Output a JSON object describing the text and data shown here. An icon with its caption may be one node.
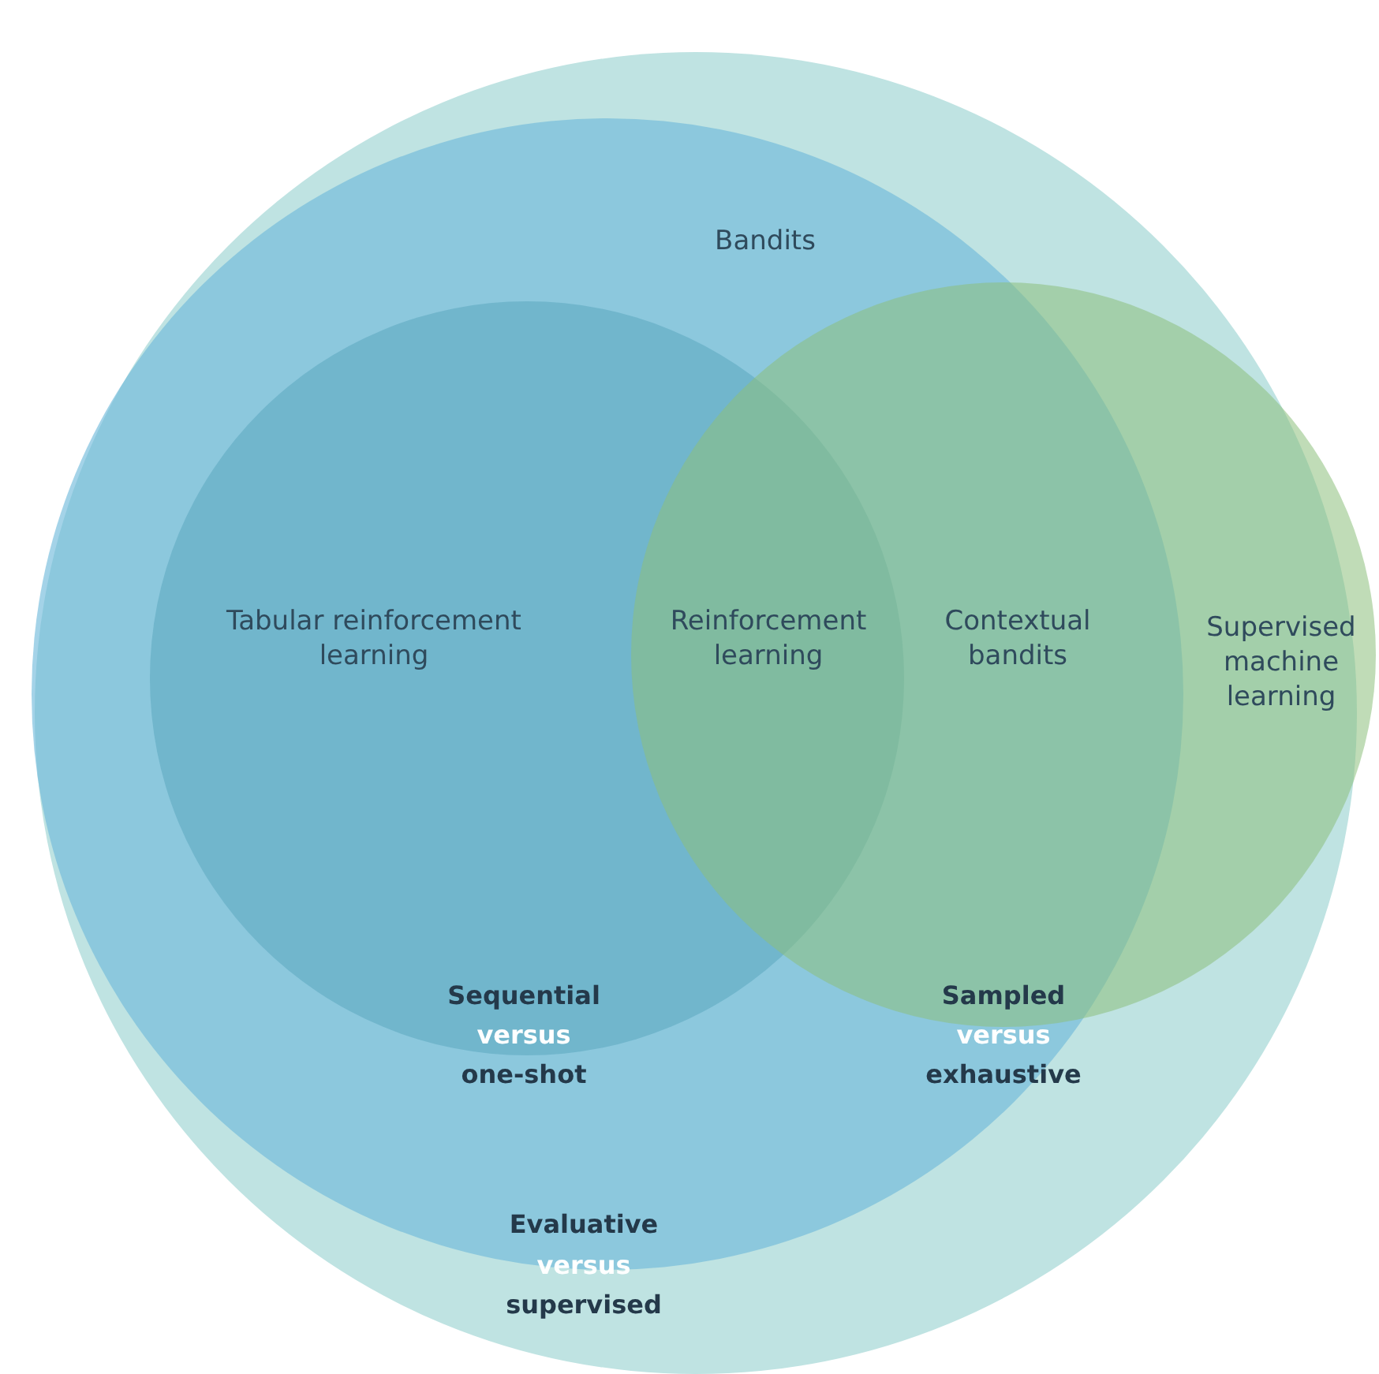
{
  "diagram": {
    "nodes": [
      {
        "text": [],
        "shape": "circle"
      },
      {
        "text": [
          "Bandits"
        ],
        "in": 0
      },
      {
        "text": [
          "Tabular reinforcement learning"
        ],
        "in": 1
      },
      {
        "text": [
          "Supervised machine learning"
        ],
        "in": 0
      }
    ],
    "labels": [
      "Reinforcement learning",
      "Contextual bandits",
      "Sequential",
      "versus",
      "one-shot",
      "Sampled",
      "versus",
      "exhaustive",
      "Evaluative",
      "versus",
      "supervised"
    ]
  }
}
